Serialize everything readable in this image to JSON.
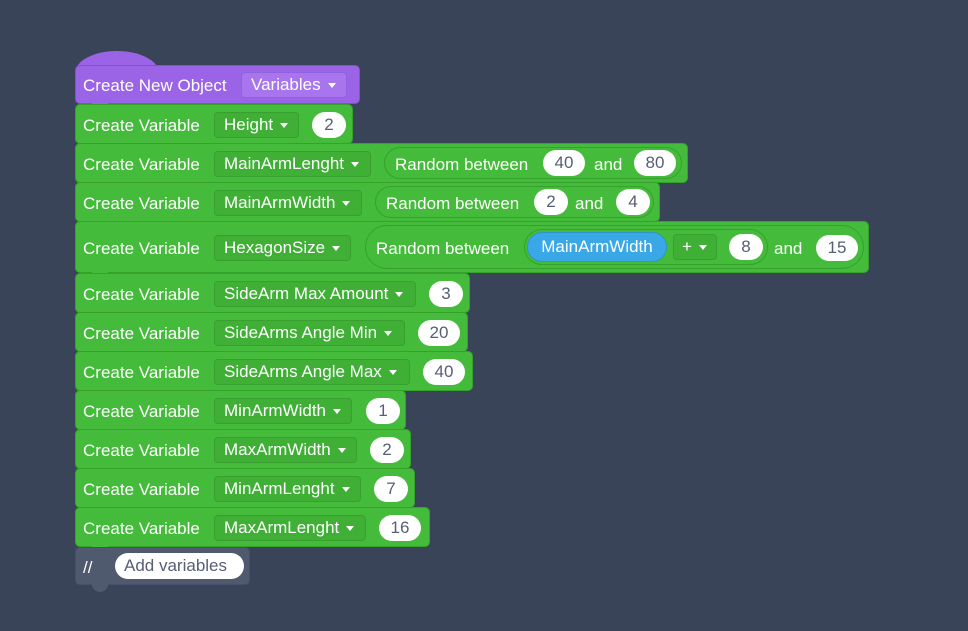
{
  "header_block": {
    "label": "Create New Object",
    "dropdown": "Variables"
  },
  "rows": [
    {
      "label": "Create Variable",
      "variable": "Height",
      "value": "2"
    },
    {
      "label": "Create Variable",
      "variable": "MainArmLenght",
      "random_label": "Random between",
      "min": "40",
      "and": "and",
      "max": "80"
    },
    {
      "label": "Create Variable",
      "variable": "MainArmWidth",
      "random_label": "Random between",
      "min": "2",
      "and": "and",
      "max": "4"
    },
    {
      "label": "Create Variable",
      "variable": "HexagonSize",
      "random_label": "Random between",
      "operand_var": "MainArmWidth",
      "operator": "+",
      "operand_num": "8",
      "and": "and",
      "max": "15"
    },
    {
      "label": "Create Variable",
      "variable": "SideArm Max Amount",
      "value": "3"
    },
    {
      "label": "Create Variable",
      "variable": "SideArms Angle Min",
      "value": "20"
    },
    {
      "label": "Create Variable",
      "variable": "SideArms Angle Max",
      "value": "40"
    },
    {
      "label": "Create Variable",
      "variable": "MinArmWidth",
      "value": "1"
    },
    {
      "label": "Create Variable",
      "variable": "MaxArmWidth",
      "value": "2"
    },
    {
      "label": "Create Variable",
      "variable": "MinArmLenght",
      "value": "7"
    },
    {
      "label": "Create Variable",
      "variable": "MaxArmLenght",
      "value": "16"
    }
  ],
  "comment_block": {
    "slashes": "//",
    "text": "Add variables"
  },
  "colors": {
    "background": "#3a4458",
    "event_block": "#9b63e6",
    "variable_block": "#44bb3a",
    "variable_reporter": "#3aa8e6",
    "comment_block": "#4f5a6e"
  }
}
